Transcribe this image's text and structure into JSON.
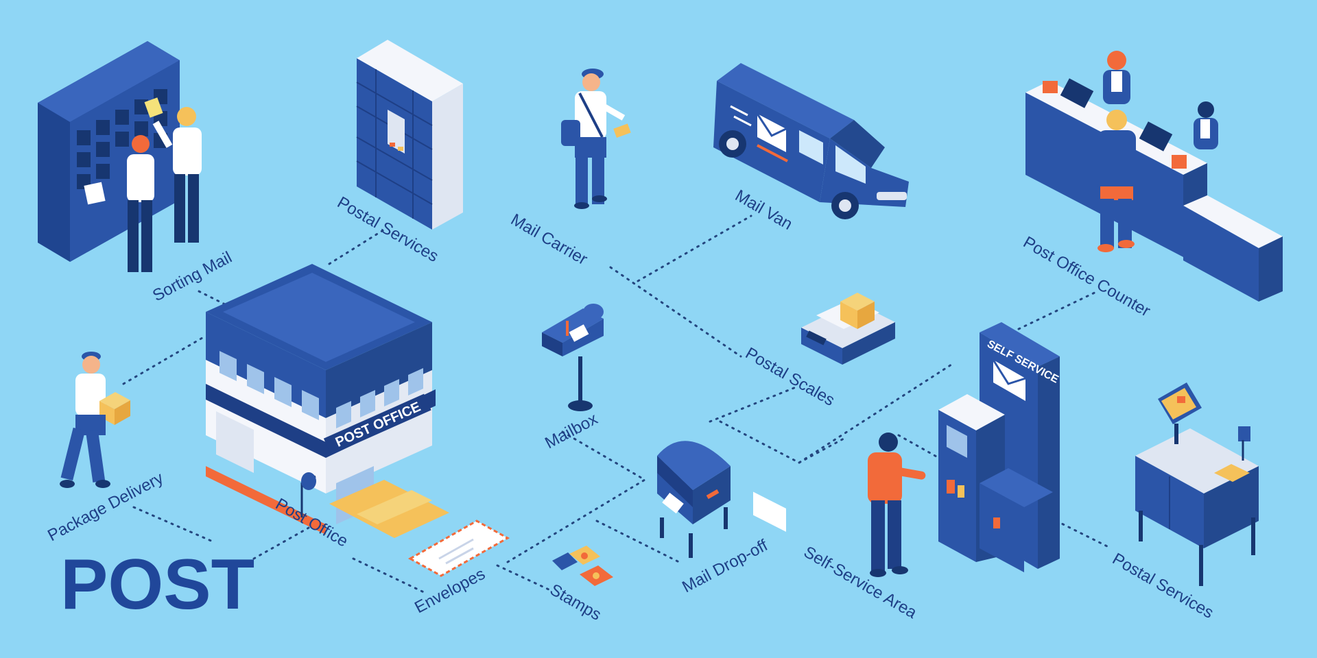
{
  "title": "POST",
  "signs": {
    "post_office": "POST OFFICE",
    "self_service": "SELF SERVICE"
  },
  "labels": {
    "sorting_mail": "Sorting Mail",
    "postal_services_top": "Postal Services",
    "mail_carrier": "Mail Carrier",
    "mail_van": "Mail Van",
    "post_office_counter": "Post Office Counter",
    "package_delivery": "Package Delivery",
    "post_office": "Post Office",
    "mailbox": "Mailbox",
    "postal_scales": "Postal Scales",
    "envelopes": "Envelopes",
    "stamps": "Stamps",
    "mail_drop_off": "Mail Drop-off",
    "self_service_area": "Self-Service Area",
    "postal_services_bottom": "Postal Services"
  },
  "colors": {
    "background": "#8fd6f5",
    "primary_blue": "#2b55a8",
    "dark_blue": "#1e3f86",
    "accent_orange": "#f26a3a",
    "accent_yellow": "#f5c15a",
    "white": "#ffffff"
  }
}
